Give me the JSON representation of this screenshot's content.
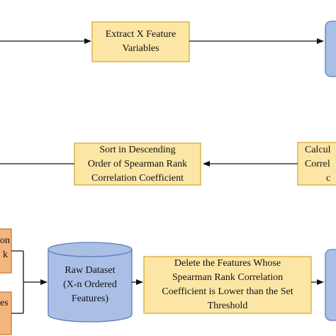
{
  "colors": {
    "process_fill": "#fce6a6",
    "process_stroke": "#d8a93a",
    "input_fill": "#f4b47e",
    "input_stroke": "#c97a3e",
    "db_fill": "#a9bfe6",
    "db_stroke": "#5f7fb8",
    "arrow": "#111111"
  },
  "nodes": {
    "extract": {
      "line1": "Extract X Feature",
      "line2": "Variables"
    },
    "sort": {
      "line1": "Sort in Descending",
      "line2": "Order of Spearman Rank",
      "line3": "Correlation Coefficient"
    },
    "calc": {
      "line1": "Calcul",
      "line2": "Correl",
      "line3": "c"
    },
    "raw": {
      "line1": "Raw Dataset",
      "line2": "(X-n Ordered",
      "line3": "Features)"
    },
    "delete": {
      "line1": "Delete the Features Whose",
      "line2": "Spearman Rank Correlation",
      "line3": "Coefficient is Lower than the Set",
      "line4": "Threshold"
    },
    "left_top": {
      "line1": "on",
      "line2": "k"
    },
    "left_bottom": {
      "line1": "es"
    }
  }
}
